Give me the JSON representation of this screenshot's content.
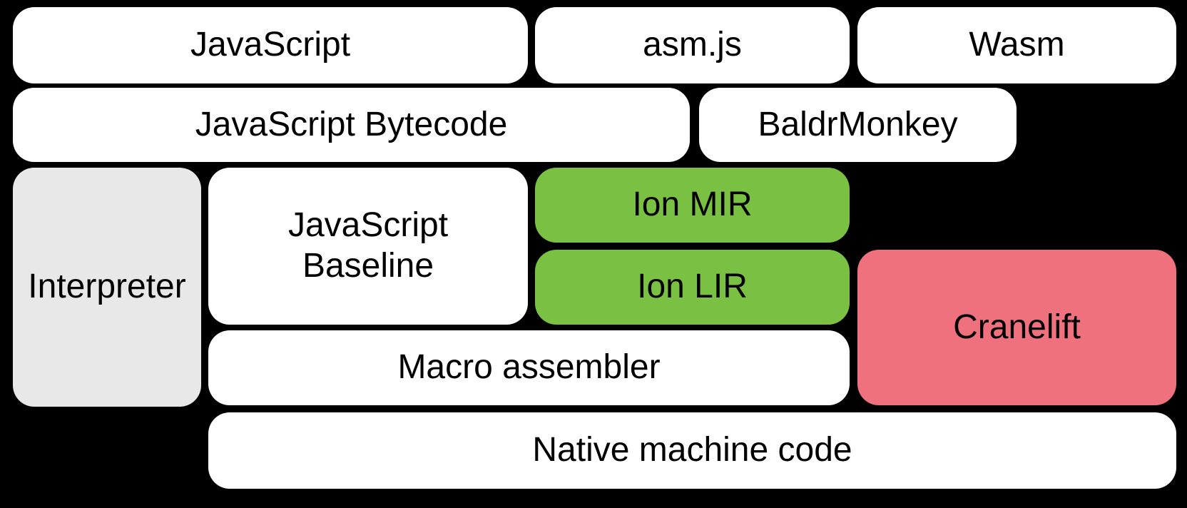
{
  "palette": {
    "background": "#000000",
    "box-white": "#ffffff",
    "box-gray": "#e8e8e8",
    "box-green": "#7ac143",
    "box-pink": "#f0717e",
    "text": "#000000"
  },
  "boxes": [
    {
      "id": "javascript",
      "label": "JavaScript"
    },
    {
      "id": "asm-js",
      "label": "asm.js"
    },
    {
      "id": "wasm",
      "label": "Wasm"
    },
    {
      "id": "javascript-bytecode",
      "label": "JavaScript Bytecode"
    },
    {
      "id": "baldrmonkey",
      "label": "BaldrMonkey"
    },
    {
      "id": "interpreter",
      "label": "Interpreter"
    },
    {
      "id": "javascript-baseline",
      "label": "JavaScript\nBaseline"
    },
    {
      "id": "ion-mir",
      "label": "Ion MIR"
    },
    {
      "id": "ion-lir",
      "label": "Ion LIR"
    },
    {
      "id": "cranelift",
      "label": "Cranelift"
    },
    {
      "id": "macro-assembler",
      "label": "Macro assembler"
    },
    {
      "id": "native-machine-code",
      "label": "Native machine code"
    }
  ]
}
